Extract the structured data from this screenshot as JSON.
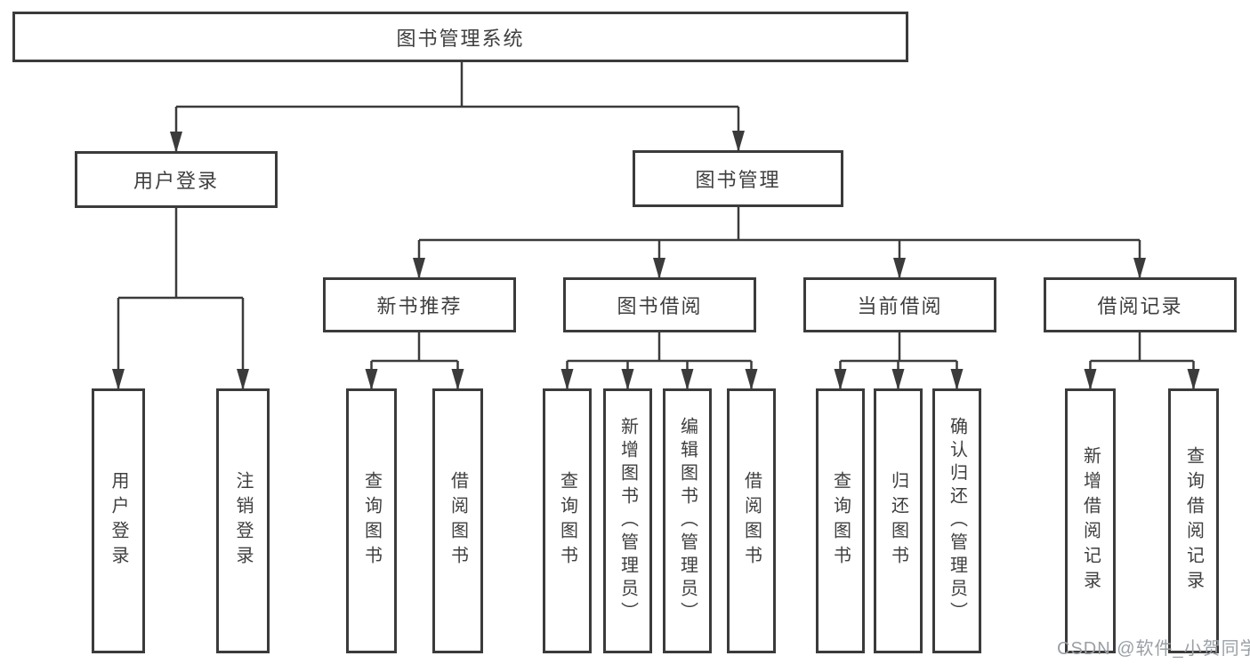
{
  "diagram": {
    "title": "图书管理系统",
    "root": {
      "label": "图书管理系统"
    },
    "level2": [
      {
        "label": "用户登录"
      },
      {
        "label": "图书管理"
      }
    ],
    "level3": [
      {
        "label": "新书推荐"
      },
      {
        "label": "图书借阅"
      },
      {
        "label": "当前借阅"
      },
      {
        "label": "借阅记录"
      }
    ],
    "leaves": [
      {
        "label": "用户登录",
        "parent": "用户登录"
      },
      {
        "label": "注销登录",
        "parent": "用户登录"
      },
      {
        "label": "查询图书",
        "parent": "新书推荐"
      },
      {
        "label": "借阅图书",
        "parent": "新书推荐"
      },
      {
        "label": "查询图书",
        "parent": "图书借阅"
      },
      {
        "label": "新增图书（管理员）",
        "parent": "图书借阅"
      },
      {
        "label": "编辑图书（管理员）",
        "parent": "图书借阅"
      },
      {
        "label": "借阅图书",
        "parent": "图书借阅"
      },
      {
        "label": "查询图书",
        "parent": "当前借阅"
      },
      {
        "label": "归还图书",
        "parent": "当前借阅"
      },
      {
        "label": "确认归还（管理员）",
        "parent": "当前借阅"
      },
      {
        "label": "新增借阅记录",
        "parent": "借阅记录"
      },
      {
        "label": "查询借阅记录",
        "parent": "借阅记录"
      }
    ],
    "colors": {
      "line": "#3b3b3b",
      "box_border": "#3b3b3b",
      "box_fill": "#ffffff",
      "text": "#3f3f3f",
      "watermark": "#9aa0a6"
    }
  },
  "watermark": {
    "text": "CSDN @软件_小贺同学"
  }
}
